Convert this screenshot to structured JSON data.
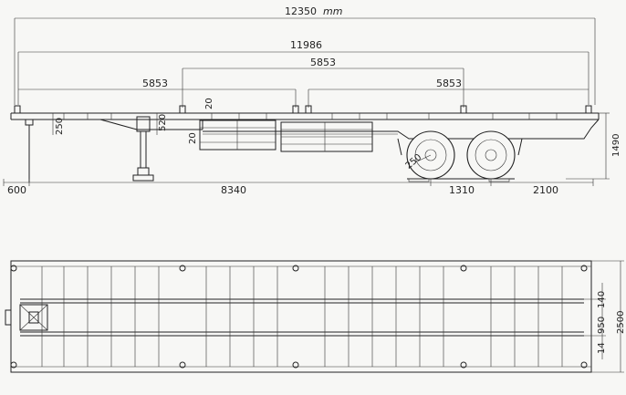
{
  "side_view": {
    "dims": {
      "overall_length": "12350",
      "unit": "mm",
      "container_length": "11986",
      "left_lock_span": "5853",
      "center_lock_span": "5853",
      "right_lock_span": "5853",
      "gooseneck_height": "250",
      "deck_height": "520",
      "step_a": "20",
      "step_b": "20",
      "wheel_label": "250",
      "overall_height": "1490",
      "front_overhang": "600",
      "kingpin_to_axle": "8340",
      "axle_spacing": "1310",
      "rear_overhang": "2100"
    }
  },
  "top_view": {
    "dims": {
      "beam_offset": "140",
      "beam_spacing": "950",
      "overall_width": "2500",
      "edge_offset": "14"
    }
  }
}
